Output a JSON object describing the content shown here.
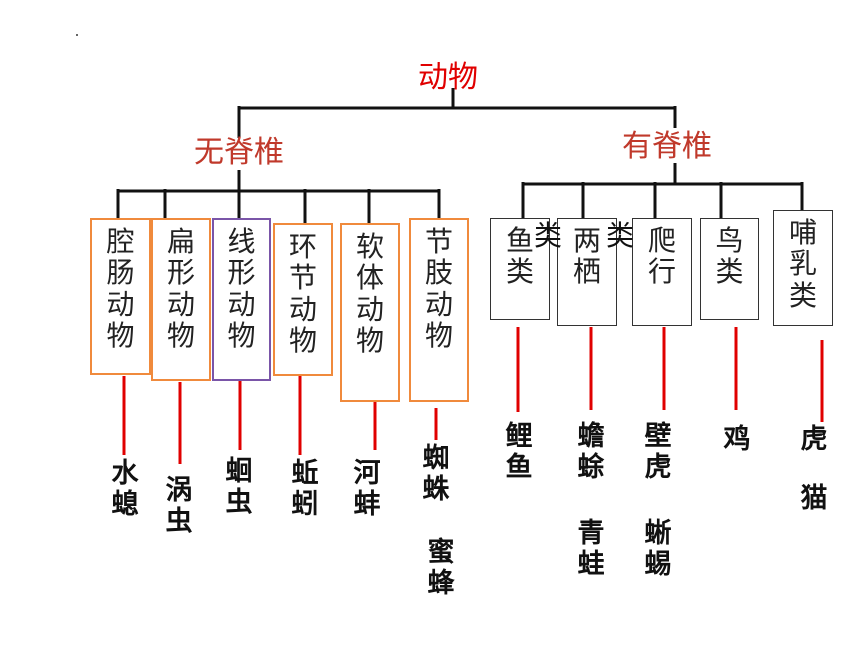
{
  "root": "动物",
  "left_group": {
    "label": "无脊椎",
    "categories": [
      {
        "name": "腔肠动物",
        "examples": [
          "水螅"
        ]
      },
      {
        "name": "扁形动物",
        "examples": [
          "涡虫"
        ]
      },
      {
        "name": "线形动物",
        "examples": [
          "蛔虫"
        ]
      },
      {
        "name": "环节动物",
        "examples": [
          "蚯蚓"
        ]
      },
      {
        "name": "软体动物",
        "examples": [
          "河蚌"
        ]
      },
      {
        "name": "节肢动物",
        "examples": [
          "蜘蛛",
          "蜜蜂"
        ]
      }
    ]
  },
  "right_group": {
    "label": "有脊椎",
    "categories": [
      {
        "name": "鱼类",
        "examples": [
          "鲤鱼"
        ]
      },
      {
        "name": "两栖",
        "examples": [
          "蟾蜍",
          "青蛙"
        ]
      },
      {
        "name": "爬行",
        "examples": [
          "壁虎",
          "蜥蜴"
        ]
      },
      {
        "name": "鸟类",
        "examples": [
          "鸡"
        ]
      },
      {
        "name": "哺乳类",
        "examples": [
          "虎",
          "猫"
        ]
      }
    ],
    "overlay": [
      "类",
      "类"
    ]
  },
  "colors": {
    "root": "#e00000",
    "group": "#c0392b",
    "box_orange": "#f08a3c",
    "box_purple": "#7a55a8",
    "red_line": "#e00000"
  }
}
